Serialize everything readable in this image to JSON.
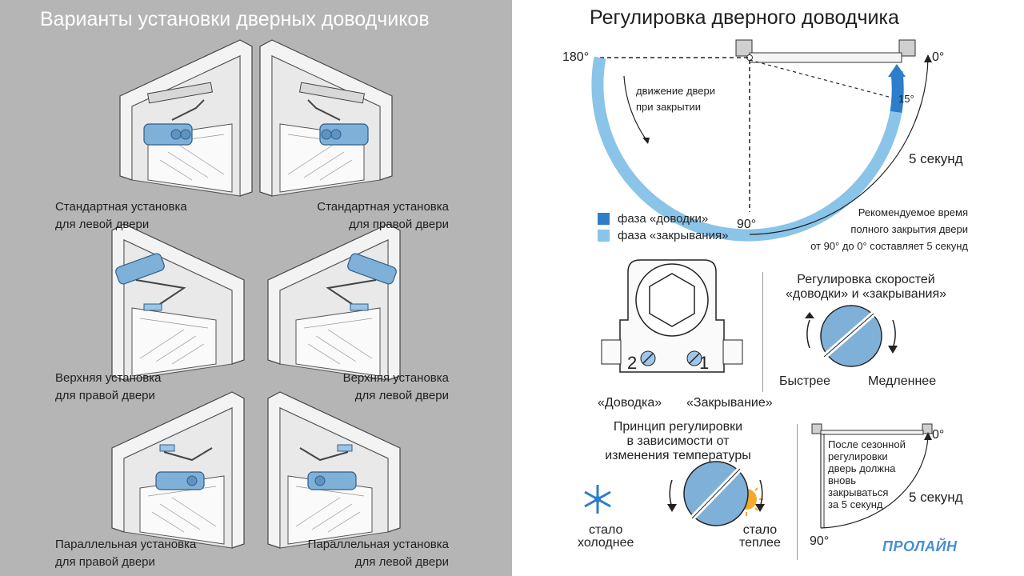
{
  "left": {
    "title": "Варианты установки дверных доводчиков",
    "captions": [
      {
        "line1": "Стандартная установка",
        "line2": "для левой двери"
      },
      {
        "line1": "Стандартная установка",
        "line2": "для правой двери"
      },
      {
        "line1": "Верхняя установка",
        "line2": "для правой двери"
      },
      {
        "line1": "Верхняя установка",
        "line2": "для левой двери"
      },
      {
        "line1": "Параллельная установка",
        "line2": "для правой двери"
      },
      {
        "line1": "Параллельная установка",
        "line2": "для левой двери"
      }
    ]
  },
  "right": {
    "title": "Регулировка дверного доводчика",
    "arc": {
      "angle_180": "180°",
      "angle_0": "0°",
      "angle_15": "15°",
      "angle_90": "90°",
      "movement_line1": "движение двери",
      "movement_line2": "при закрытии",
      "time": "5 секунд",
      "rec_line1": "Рекомендуемое время",
      "rec_line2": "полного закрытия двери",
      "rec_line3": "от 90° до 0° составляет 5 секунд"
    },
    "legend": [
      {
        "label": "фаза «доводки»",
        "color": "#2c7ec9"
      },
      {
        "label": "фаза «закрывания»",
        "color": "#8ac4e8"
      }
    ],
    "closer": {
      "screw_2": "2",
      "screw_1": "1",
      "label_latch": "«Доводка»",
      "label_close": "«Закрывание»"
    },
    "speed": {
      "title_line1": "Регулировка скоростей",
      "title_line2": "«доводки» и «закрывания»",
      "faster": "Быстрее",
      "slower": "Медленнее"
    },
    "temperature": {
      "title_line1": "Принцип регулировки",
      "title_line2": "в зависимости от",
      "title_line3": "изменения температуры",
      "colder_line1": "стало",
      "colder_line2": "холоднее",
      "warmer_line1": "стало",
      "warmer_line2": "теплее"
    },
    "seasonal": {
      "angle_0": "0°",
      "angle_90": "90°",
      "time": "5 секунд",
      "note_line1": "После сезонной",
      "note_line2": "регулировки",
      "note_line3": "дверь должна",
      "note_line4": "вновь",
      "note_line5": "закрываться",
      "note_line6": "за 5 секунд"
    },
    "brand": "ПРОЛАЙН",
    "colors": {
      "accent_dark": "#2c7ec9",
      "accent_light": "#8ac4e8",
      "knob": "#7fb0d8"
    }
  }
}
